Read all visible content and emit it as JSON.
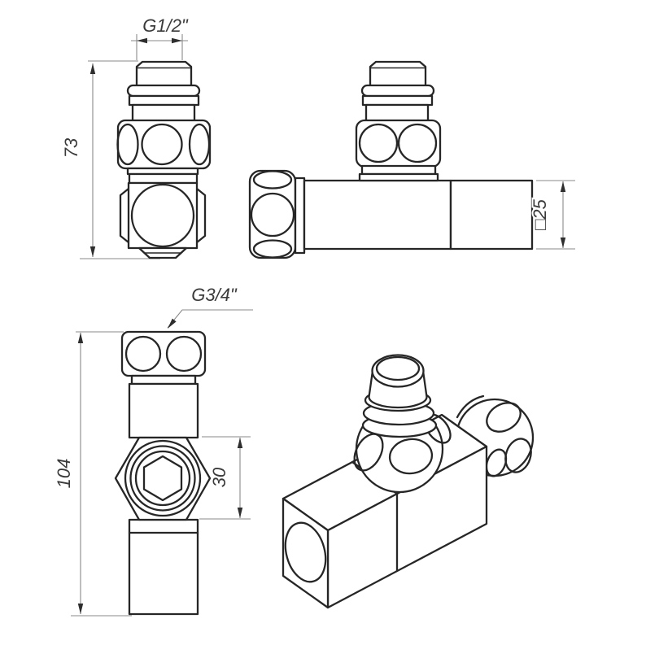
{
  "drawing": {
    "kind": "valve technical drawing",
    "colors": {
      "background": "#ffffff",
      "object_line": "#262626",
      "dimension_line": "#8a8a8a",
      "arrow": "#2e2e2e",
      "text": "#3a3a3a"
    },
    "views": {
      "front_top": {
        "thread_label": "G1/2\"",
        "height_label": "73"
      },
      "side_top": {
        "section_label": "□25"
      },
      "front_bottom": {
        "thread_label": "G3/4\"",
        "height_label": "104",
        "wrench_label": "30"
      }
    }
  }
}
